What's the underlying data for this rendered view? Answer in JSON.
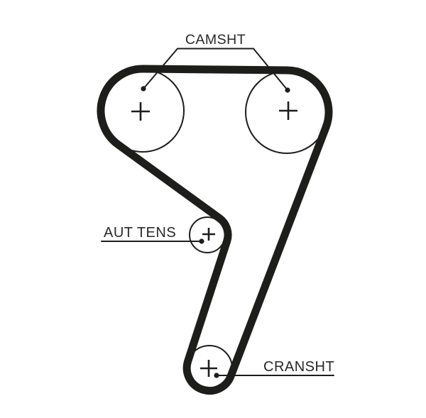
{
  "diagram": {
    "background_color": "#ffffff",
    "line_color": "#1d1d1b",
    "labels": {
      "camshaft": "CAMSHT",
      "auto_tensioner": "AUT TENS",
      "crankshaft": "CRANSHT"
    },
    "pulley_markers": {
      "camshaft_left": "+",
      "camshaft_right": "+",
      "auto_tensioner": "+",
      "crankshaft": "+"
    }
  }
}
